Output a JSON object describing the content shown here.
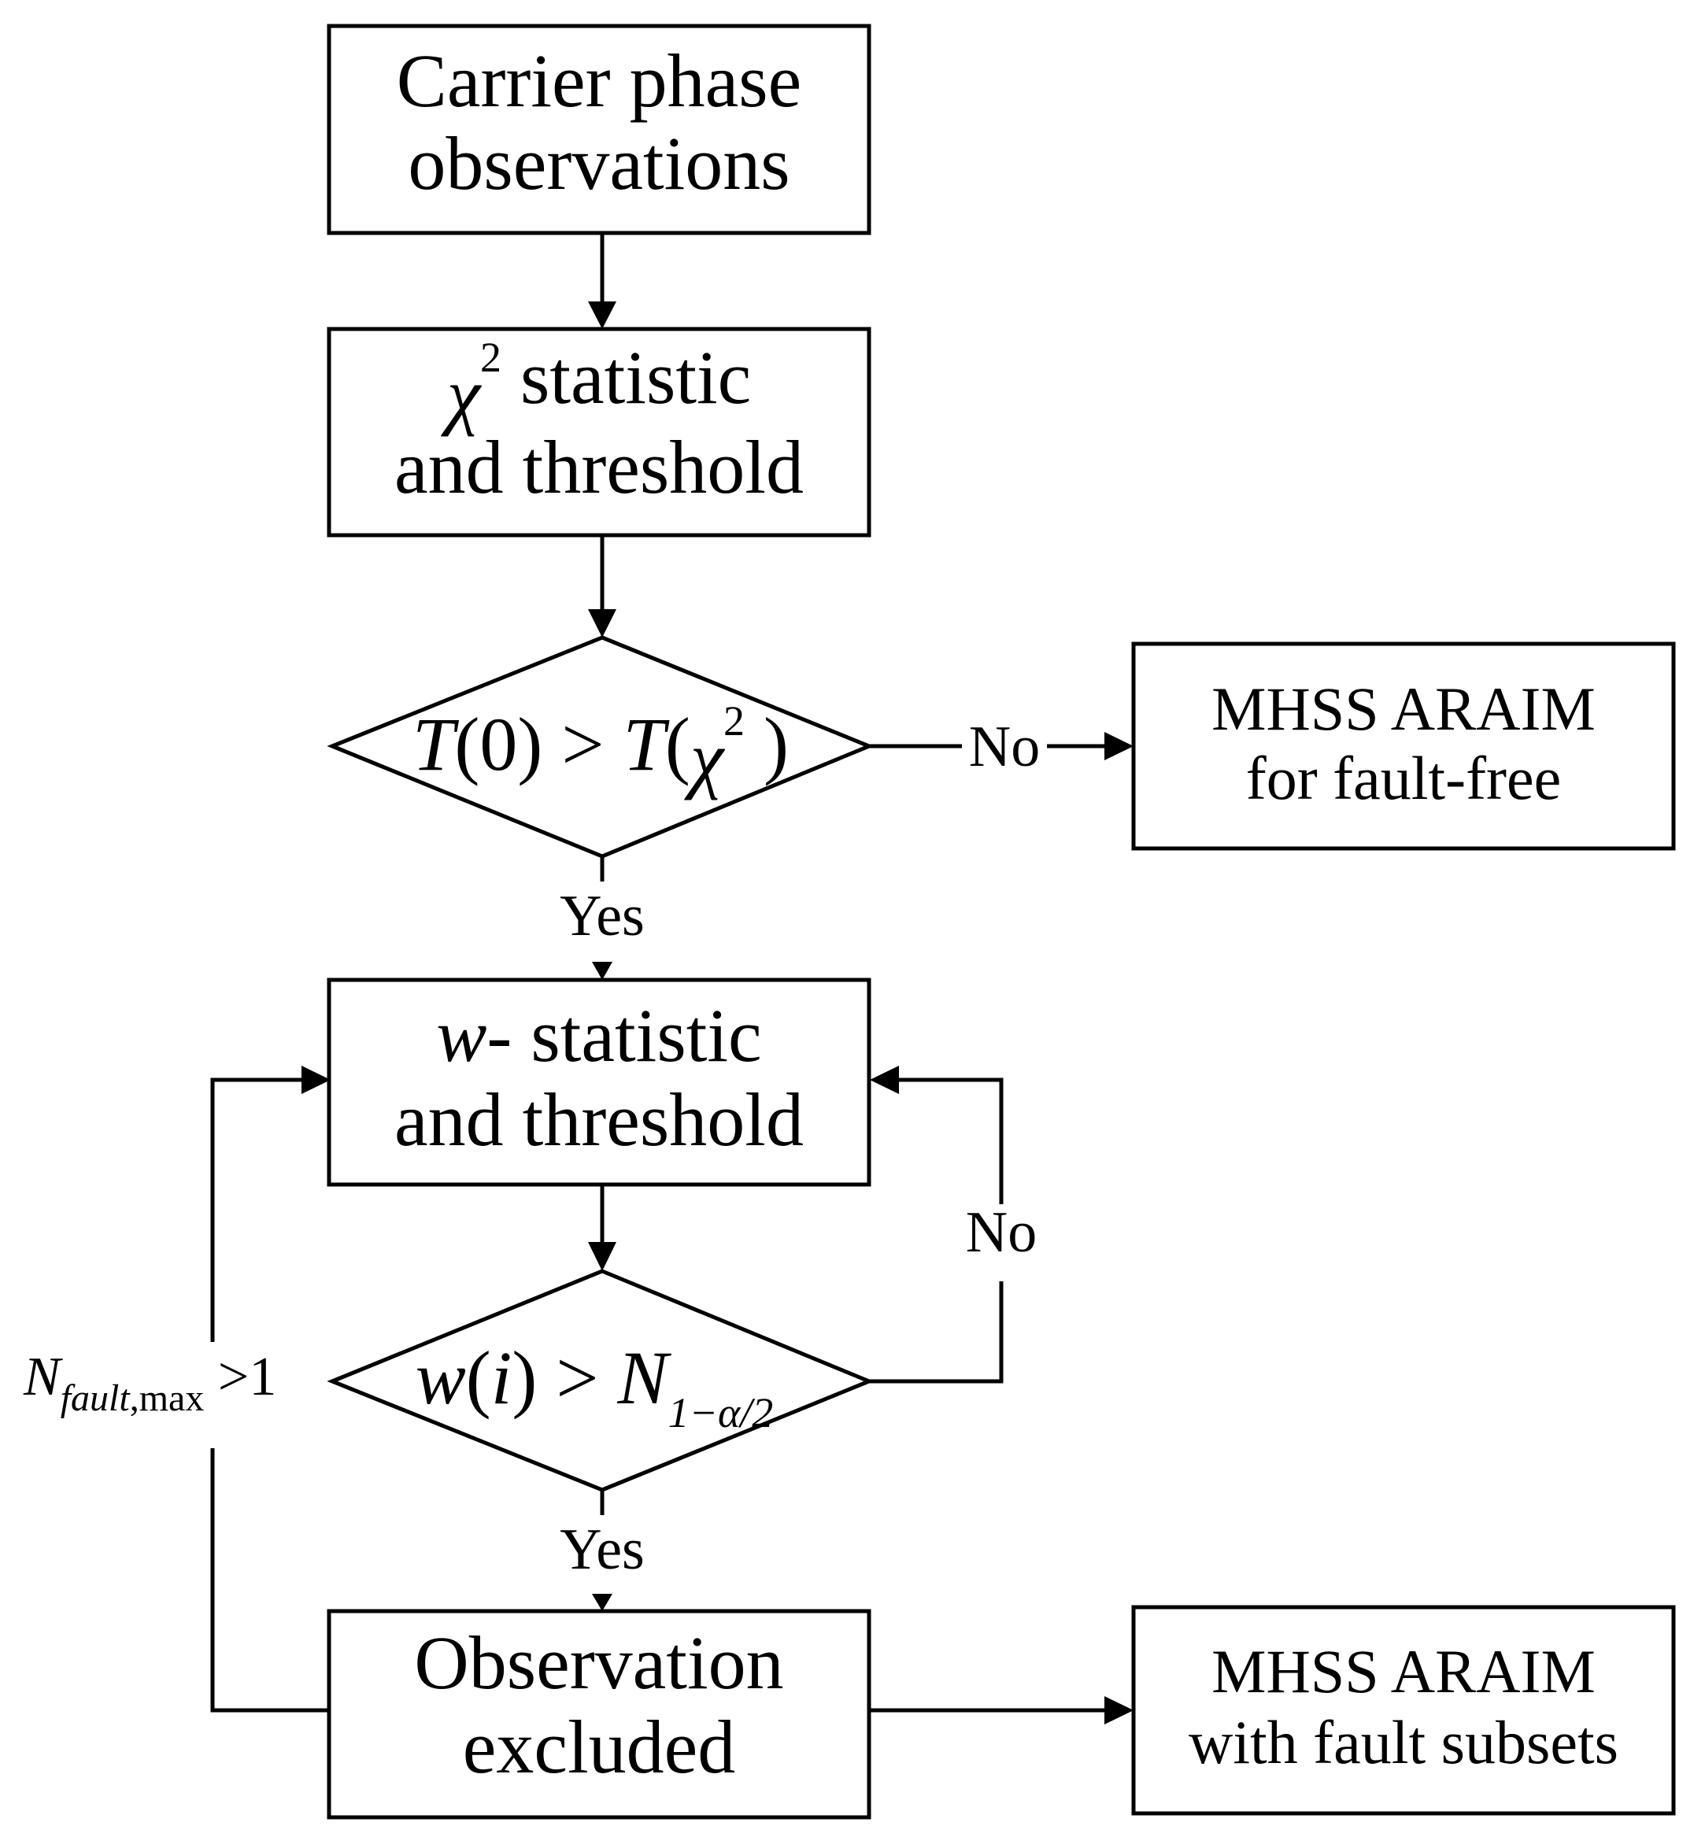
{
  "nodes": {
    "carrier": {
      "line1": "Carrier phase",
      "line2": "observations"
    },
    "chi2": {
      "symbol": "χ",
      "superscript": "2",
      "line1_rest": " statistic",
      "line2": "and threshold"
    },
    "decision1": {
      "T": "T",
      "lparen": "(",
      "zero": "0",
      "rparen": ")",
      "gt": " > ",
      "T2": "T",
      "lparen2": "(",
      "chi": "χ",
      "sup": "2",
      "rparen2": " )"
    },
    "mhss_free": {
      "line1": "MHSS ARAIM",
      "line2": "for fault-free"
    },
    "w_stat": {
      "symbol": "w",
      "line1_rest": "- statistic",
      "line2": "and threshold"
    },
    "decision2": {
      "w": "w",
      "lparen": "(",
      "i": "i",
      "rparen": ")",
      "gt": " > ",
      "N": "N",
      "subscript": "1−α/2"
    },
    "excluded": {
      "line1": "Observation",
      "line2": "excluded"
    },
    "mhss_fault": {
      "line1": "MHSS ARAIM",
      "line2": "with fault subsets"
    }
  },
  "edges": {
    "no_1": "No",
    "yes_1": "Yes",
    "no_2": "No",
    "yes_2": "Yes",
    "loop": {
      "N": "N",
      "sub_italic": "fault",
      "sub_roman": ",max",
      "rel": " >1"
    }
  }
}
